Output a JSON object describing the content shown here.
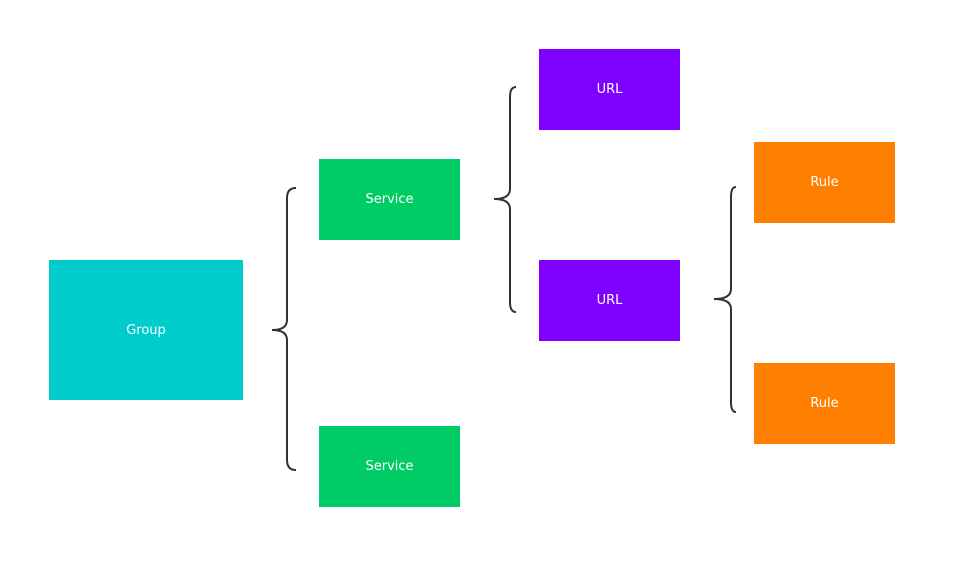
{
  "diagram": {
    "group": {
      "label": "Group"
    },
    "services": [
      {
        "label": "Service"
      },
      {
        "label": "Service"
      }
    ],
    "urls": [
      {
        "label": "URL"
      },
      {
        "label": "URL"
      }
    ],
    "rules": [
      {
        "label": "Rule"
      },
      {
        "label": "Rule"
      }
    ]
  },
  "colors": {
    "group": "#00cccc",
    "service": "#00cc66",
    "url": "#7f00ff",
    "rule": "#ff8000",
    "brace": "#333333"
  }
}
